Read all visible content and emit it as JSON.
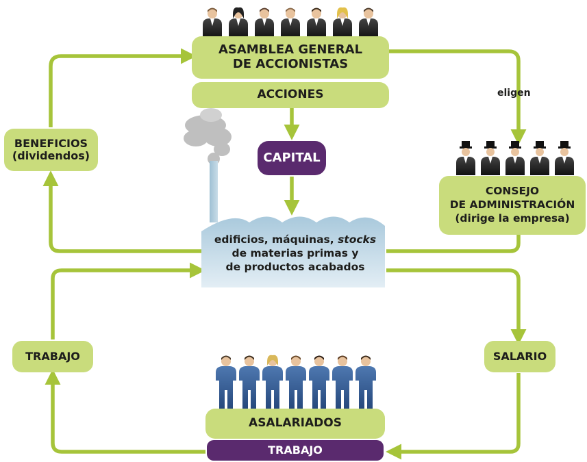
{
  "shareholders_assembly": {
    "line1": "ASAMBLEA GENERAL",
    "line2": "DE ACCIONISTAS"
  },
  "shares": "ACCIONES",
  "capital": "CAPITAL",
  "benefits": {
    "line1": "BENEFICIOS",
    "line2": "(dividendos)"
  },
  "elect_label": "eligen",
  "board": {
    "line1": "CONSEJO",
    "line2": "DE ADMINISTRACIÓN",
    "line3": "(dirige la empresa)"
  },
  "factory": {
    "line1a": "edificios, máquinas, ",
    "line1b": "stocks",
    "line2": "de materias primas y",
    "line3": "de productos acabados"
  },
  "labor_left": "TRABAJO",
  "salary": "SALARIO",
  "employees": "ASALARIADOS",
  "labor_bottom": "TRABAJO",
  "colors": {
    "green_box": "#c9dc7c",
    "arrow_green": "#a6c43a",
    "purple_box": "#5a2a6e",
    "factory_blue": "#c7dde9"
  },
  "icons": {
    "shareholders": "businessperson-icon",
    "board": "top-hat-person-icon",
    "employees": "worker-icon",
    "factory": "factory-icon"
  }
}
